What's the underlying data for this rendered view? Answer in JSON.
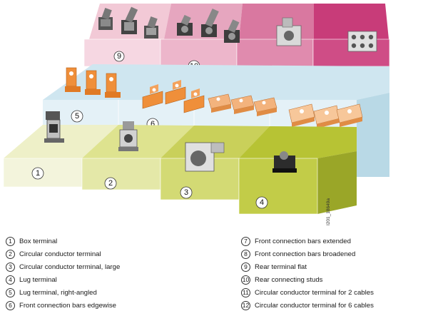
{
  "reference_code": "I201_18649a",
  "legend": [
    {
      "num": "1",
      "text": "Box terminal"
    },
    {
      "num": "2",
      "text": "Circular conductor terminal"
    },
    {
      "num": "3",
      "text": "Circular conductor terminal, large"
    },
    {
      "num": "4",
      "text": "Lug terminal"
    },
    {
      "num": "5",
      "text": "Lug terminal, right-angled"
    },
    {
      "num": "6",
      "text": "Front connection bars edgewise"
    },
    {
      "num": "7",
      "text": "Front connection bars extended"
    },
    {
      "num": "8",
      "text": "Front connection bars broadened"
    },
    {
      "num": "9",
      "text": "Rear terminal flat"
    },
    {
      "num": "10",
      "text": "Rear connecting studs"
    },
    {
      "num": "11",
      "text": "Circular conductor terminal for 2 cables"
    },
    {
      "num": "12",
      "text": "Circular conductor terminal for 6 cables"
    }
  ],
  "colors": {
    "top_light": "#f2c9d6",
    "top_mid": "#e59ab5",
    "top_dark": "#c83c79",
    "mid": "#cfe6f0",
    "mid_front": "#e3f1f7",
    "low_light": "#eef0c8",
    "low_mid": "#d2db7e",
    "low_dark": "#b7c334",
    "copper": "#ef8f3a",
    "bar": "#f3b37d"
  }
}
